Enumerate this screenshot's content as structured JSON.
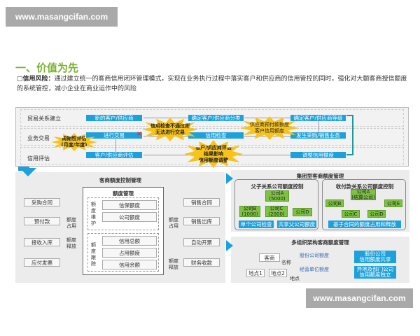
{
  "watermark": "www.masangcifan.com",
  "title": "一、价值为先",
  "intro": {
    "label": "信用风险：",
    "text": "通过建立统一的客商信用闭环管理模式，实现在业务执行过程中落实客户和供应商的信用管控的同时，强化对大额客商授信额度的系统管控，减小企业在商业运作中的风险"
  },
  "flow": {
    "rows": [
      "贸易关系建立",
      "业务交易",
      "信用评估"
    ],
    "boxes": [
      "新的客户/供应商",
      "确定客户/供应商分类",
      "确定客户/供应商等级",
      "进行交易",
      "信用检查",
      "发生采购/销售业务",
      "客户/供应商评估",
      "调整信用额度"
    ],
    "stars": [
      "信用检查不通过则\n无法进行交易",
      "供应商预付款额度\n客户信用额度",
      "周期性评估\n(月度/年度)",
      "客户/供应商评估\n结果影响\n信用额度调整"
    ]
  },
  "quota": {
    "title": "客商额度控制管理",
    "center_title": "额度管理",
    "maint_label": "额度维护",
    "maint_items": [
      "信保额度",
      "公司额度"
    ],
    "track_label": "额度跟踪",
    "track_items": [
      "信用总额",
      "占用额度",
      "信用余额"
    ],
    "left": [
      "采购合同",
      "预付款",
      "接收入库",
      "应付发票"
    ],
    "right": [
      "销售合同",
      "销售出库",
      "自动开票",
      "财务收款"
    ],
    "occupy": "额度占用",
    "release": "额度释放"
  },
  "group": {
    "title": "集团型客商额度管理",
    "parent": {
      "title": "父子关系公司额度控制",
      "a": "公司A\n(5000)",
      "b": "公司B\n(1000)",
      "c": "公司C\n(2000)",
      "d": "公司D",
      "btn1": "单个公司检查",
      "btn2": "共享父公司额度"
    },
    "pay": {
      "title": "收付款关系公司额度控制",
      "a": "公司A\n(结算公司)",
      "b": "公司B",
      "c": "公司C",
      "d": "公司D",
      "e": "公司E",
      "btn": "基于合同的额度占用和释放"
    }
  },
  "multi": {
    "title": "多组织架构客商额度管理",
    "merchant": "客商",
    "loc1": "地点1",
    "loc2": "地点2",
    "name_lbl": "名称",
    "loc_lbl": "地点",
    "share_co": "股份公司额度",
    "unit": "经营单位额度",
    "b1": "股份公司\n信用额度共享",
    "b2": "异地及部门公司\n信用额度独立"
  }
}
